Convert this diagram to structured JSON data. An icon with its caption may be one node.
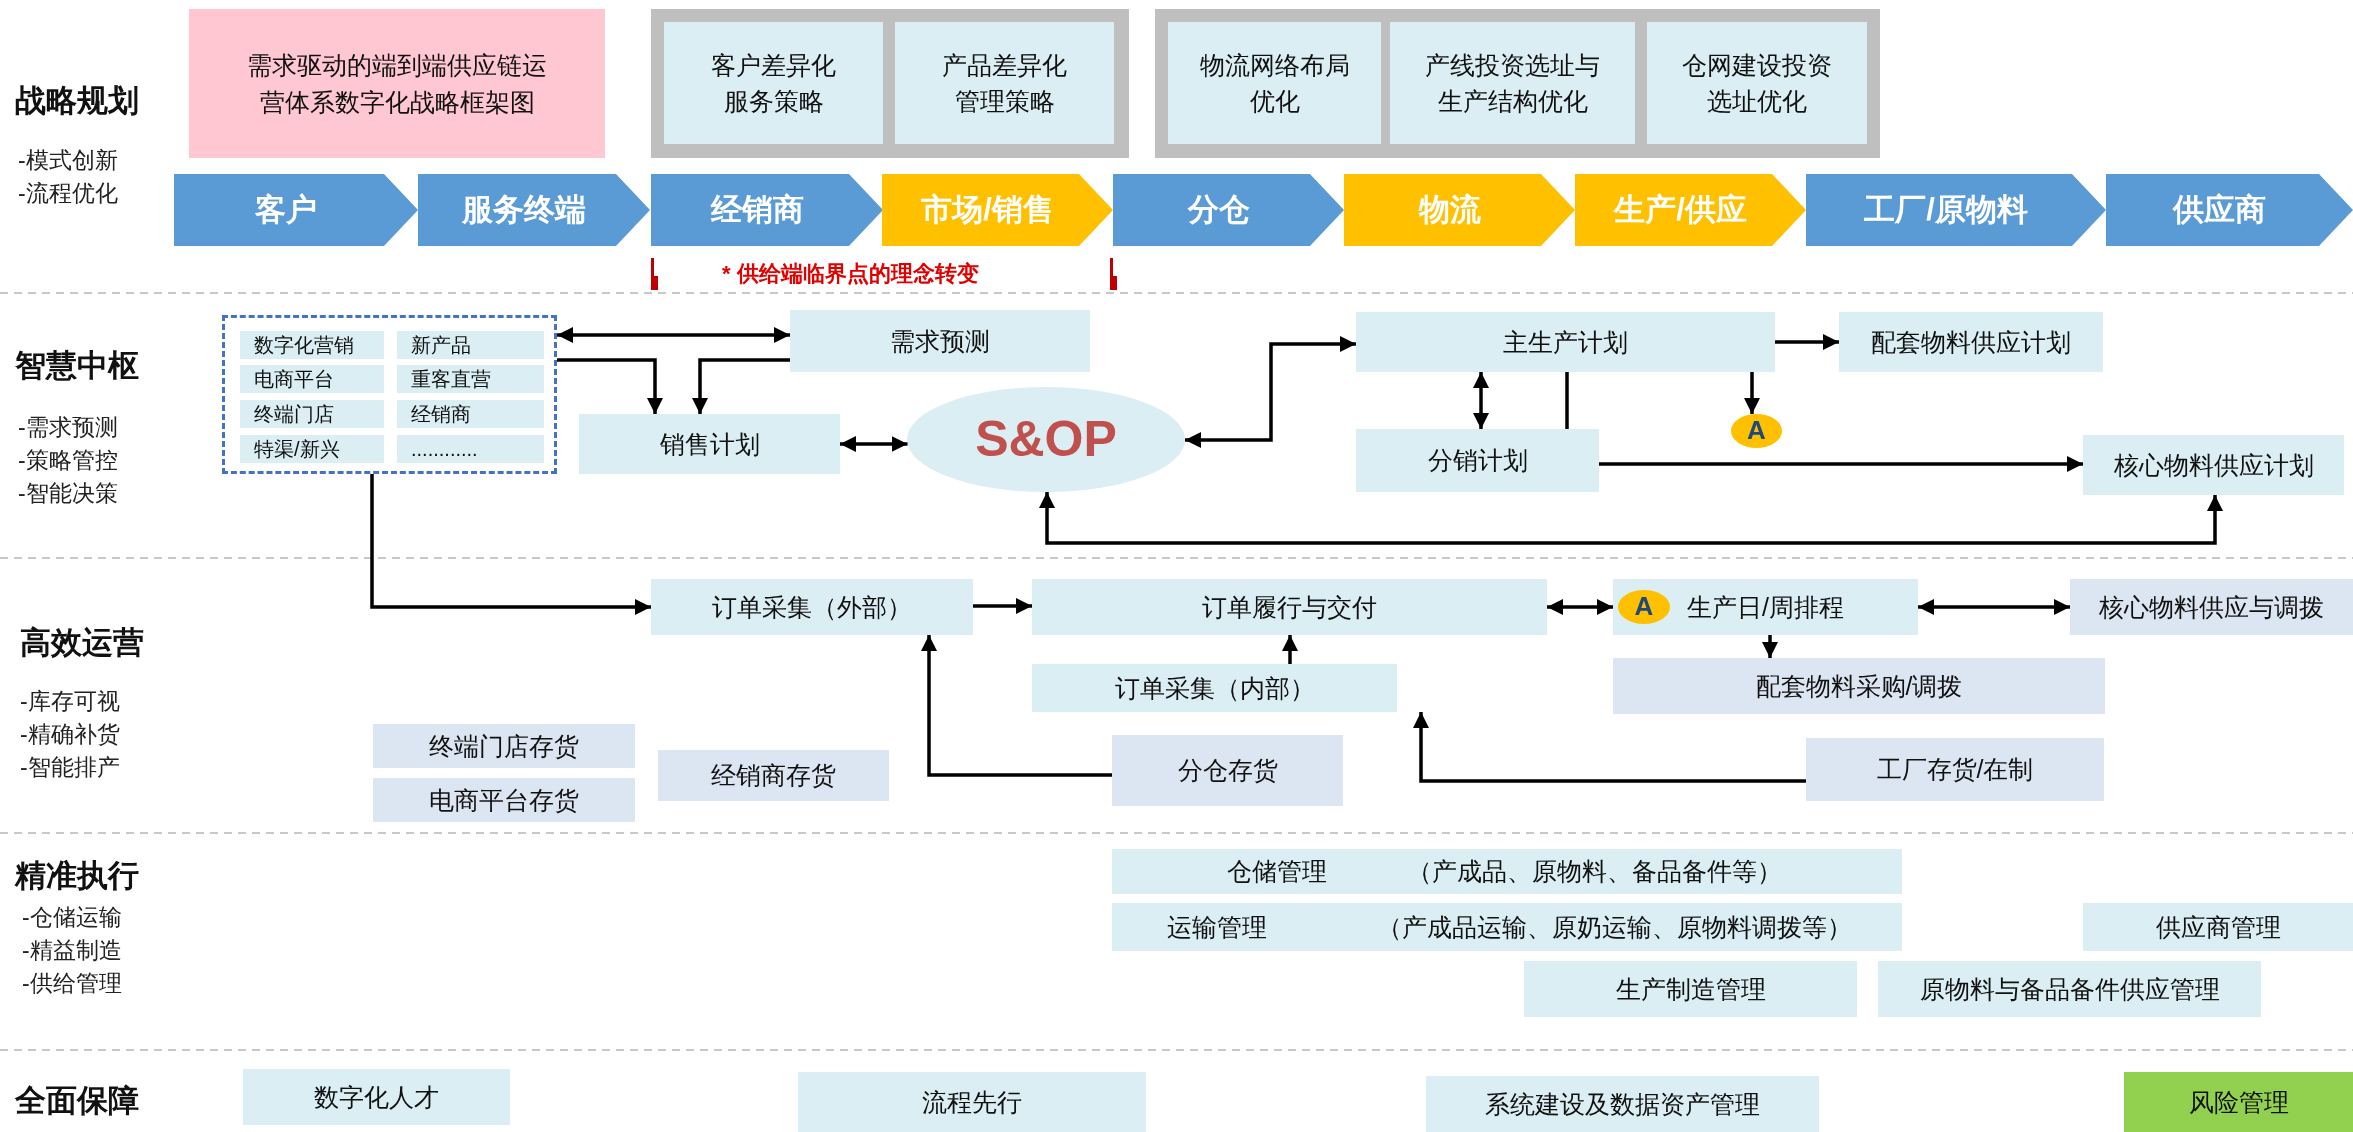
{
  "diagram": {
    "nodes": [
      {
        "text": [
          "需求驱动的端到端供应链运营体系数字化战略框架图"
        ]
      },
      {
        "text": [],
        "shape": "box"
      },
      {
        "text": [
          "客户差异化服务策略"
        ],
        "in": 1
      },
      {
        "text": [
          "产品差异化管理策略"
        ],
        "in": 1
      },
      {
        "text": [],
        "shape": "box"
      },
      {
        "text": [
          "物流网络布局优化"
        ],
        "in": 4
      },
      {
        "text": [
          "产线投资选址与生产结构优化"
        ],
        "in": 4
      },
      {
        "text": [
          "仓网建设投资选址优化"
        ],
        "in": 4
      },
      {
        "text": [
          "客户"
        ]
      },
      {
        "text": [
          "服务终端"
        ]
      },
      {
        "text": [
          "经销商"
        ]
      },
      {
        "text": [
          "市场/销售"
        ]
      },
      {
        "text": [
          "分仓"
        ]
      },
      {
        "text": [
          "物流"
        ]
      },
      {
        "text": [
          "生产/供应"
        ]
      },
      {
        "text": [
          "工厂/原物料"
        ]
      },
      {
        "text": [
          "供应商"
        ]
      },
      {
        "text": [],
        "shape": "box"
      },
      {
        "text": [
          "数字化营销"
        ],
        "in": 17
      },
      {
        "text": [
          "新产品"
        ],
        "in": 17
      },
      {
        "text": [
          "电商平台"
        ],
        "in": 17
      },
      {
        "text": [
          "重客直营"
        ],
        "in": 17
      },
      {
        "text": [
          "终端门店"
        ],
        "in": 17
      },
      {
        "text": [
          "经销商"
        ],
        "in": 17
      },
      {
        "text": [
          "特渠/新兴"
        ],
        "in": 17
      },
      {
        "text": [
          "............"
        ],
        "in": 17
      },
      {
        "text": [
          "需求预测"
        ]
      },
      {
        "text": [
          "销售计划"
        ]
      },
      {
        "text": [
          "S&OP"
        ]
      },
      {
        "text": [
          "主生产计划"
        ]
      },
      {
        "text": [
          "配套物料供应计划"
        ]
      },
      {
        "text": [
          "A"
        ]
      },
      {
        "text": [
          "分销计划"
        ]
      },
      {
        "text": [
          "核心物料供应计划"
        ]
      },
      {
        "text": [
          "订单采集（外部）"
        ]
      },
      {
        "text": [
          "订单履行与交付"
        ]
      },
      {
        "text": [
          "生产日/周排程"
        ]
      },
      {
        "text": [
          "A"
        ],
        "in": 36
      },
      {
        "text": [
          "核心物料供应与调拨"
        ]
      },
      {
        "text": [
          "订单采集（内部）"
        ]
      },
      {
        "text": [
          "配套物料采购/调拨"
        ]
      },
      {
        "text": [
          "终端门店存货"
        ]
      },
      {
        "text": [
          "电商平台存货"
        ]
      },
      {
        "text": [
          "经销商存货"
        ]
      },
      {
        "text": [
          "分仓存货"
        ]
      },
      {
        "text": [
          "工厂存货/在制"
        ]
      },
      {
        "text": [
          "仓储管理",
          "（产成品、原物料、备品备件等）"
        ]
      },
      {
        "text": [
          "运输管理",
          "（产成品运输、原奶运输、原物料调拨等）"
        ]
      },
      {
        "text": [
          "供应商管理"
        ]
      },
      {
        "text": [
          "生产制造管理"
        ]
      },
      {
        "text": [
          "原物料与备品备件供应管理"
        ]
      },
      {
        "text": [
          "数字化人才"
        ]
      },
      {
        "text": [
          "流程先行"
        ]
      },
      {
        "text": [
          "系统建设及数据资产管理"
        ]
      },
      {
        "text": [
          "风险管理"
        ]
      }
    ],
    "edges": [
      {
        "from": 17,
        "to": 26,
        "arrow": "both"
      },
      {
        "from": 17,
        "to": 27,
        "arrow": "to"
      },
      {
        "from": 26,
        "to": 27,
        "arrow": "to"
      },
      {
        "from": 27,
        "to": 28,
        "arrow": "both"
      },
      {
        "from": 28,
        "to": 29,
        "arrow": "both"
      },
      {
        "from": 29,
        "to": 30,
        "arrow": "to"
      },
      {
        "from": 29,
        "to": 32,
        "arrow": "both"
      },
      {
        "from": 29,
        "to": 31,
        "arrow": "to"
      },
      {
        "from": 32,
        "to": 33,
        "arrow": "to"
      },
      {
        "from": 29,
        "to": 32,
        "arrow": "none"
      },
      {
        "from": 28,
        "to": 33,
        "arrow": "both"
      },
      {
        "from": 17,
        "to": 34,
        "arrow": "to"
      },
      {
        "from": 34,
        "to": 35,
        "arrow": "to"
      },
      {
        "from": 44,
        "to": 34,
        "arrow": "to"
      },
      {
        "from": 39,
        "to": 35,
        "arrow": "to"
      },
      {
        "from": 35,
        "to": 36,
        "arrow": "both"
      },
      {
        "from": 36,
        "to": 38,
        "arrow": "both"
      },
      {
        "from": 36,
        "to": 40,
        "arrow": "to"
      },
      {
        "from": 45,
        "to": 39,
        "arrow": "to"
      }
    ],
    "labels": [
      "战略规划",
      "-模式创新",
      "-流程优化",
      "* 供给端临界点的理念转变",
      "智慧中枢",
      "-需求预测",
      "-策略管控",
      "-智能决策",
      "高效运营",
      "-库存可视",
      "-精确补货",
      "-智能排产",
      "精准执行",
      "-仓储运输",
      "-精益制造",
      "-供给管理",
      "全面保障"
    ]
  }
}
